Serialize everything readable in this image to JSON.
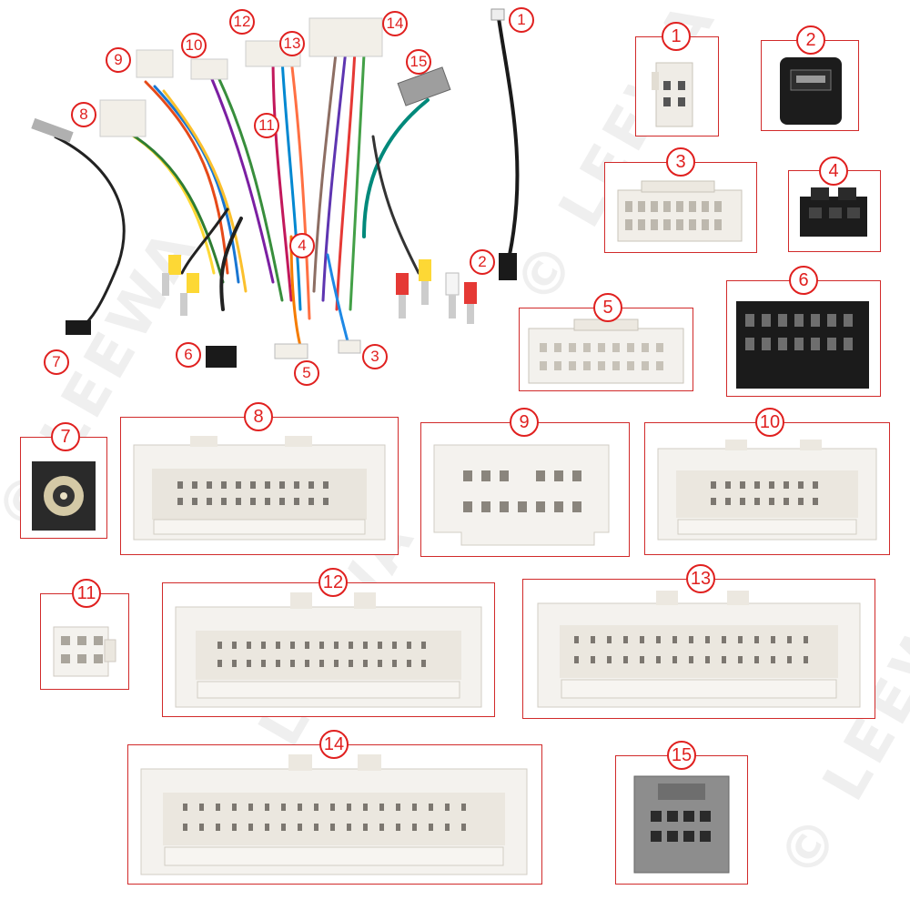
{
  "watermark": "© LEEWA",
  "accent_color": "#e0201f",
  "connectors": [
    {
      "id": "1",
      "label": "1"
    },
    {
      "id": "2",
      "label": "2"
    },
    {
      "id": "3",
      "label": "3"
    },
    {
      "id": "4",
      "label": "4"
    },
    {
      "id": "5",
      "label": "5"
    },
    {
      "id": "6",
      "label": "6"
    },
    {
      "id": "7",
      "label": "7"
    },
    {
      "id": "8",
      "label": "8"
    },
    {
      "id": "9",
      "label": "9"
    },
    {
      "id": "10",
      "label": "10"
    },
    {
      "id": "11",
      "label": "11"
    },
    {
      "id": "12",
      "label": "12"
    },
    {
      "id": "13",
      "label": "13"
    },
    {
      "id": "14",
      "label": "14"
    },
    {
      "id": "15",
      "label": "15"
    }
  ]
}
